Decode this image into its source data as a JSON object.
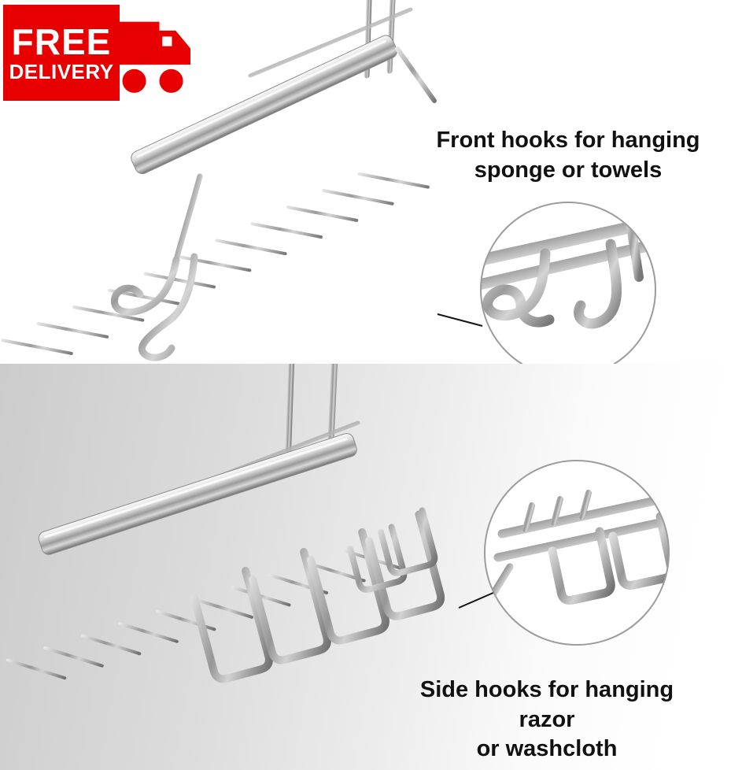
{
  "badge": {
    "line1": "FREE",
    "line2": "DELIVERY",
    "bg_color": "#e60000",
    "text_color": "#ffffff",
    "icon": "delivery-truck-icon"
  },
  "captions": {
    "front": {
      "line1": "Front hooks for hanging",
      "line2": "sponge or towels"
    },
    "side": {
      "line1": "Side hooks for hanging razor",
      "line2": "or washcloth"
    }
  },
  "images": {
    "top_photo": "stainless steel wire shower caddy basket with front hooks",
    "top_callout": "magnified circular view of front hooks",
    "bottom_photo": "stainless steel wire shower caddy basket with side hooks",
    "bottom_callout": "magnified circular view of side hooks"
  },
  "colors": {
    "badge_red": "#e60000",
    "caption_text": "#111111",
    "steel_light": "#e2e2e2",
    "steel_dark": "#787878",
    "bottom_background": "#d6d6d6",
    "callout_border": "#9c9c9c",
    "leader_line": "#151515"
  }
}
